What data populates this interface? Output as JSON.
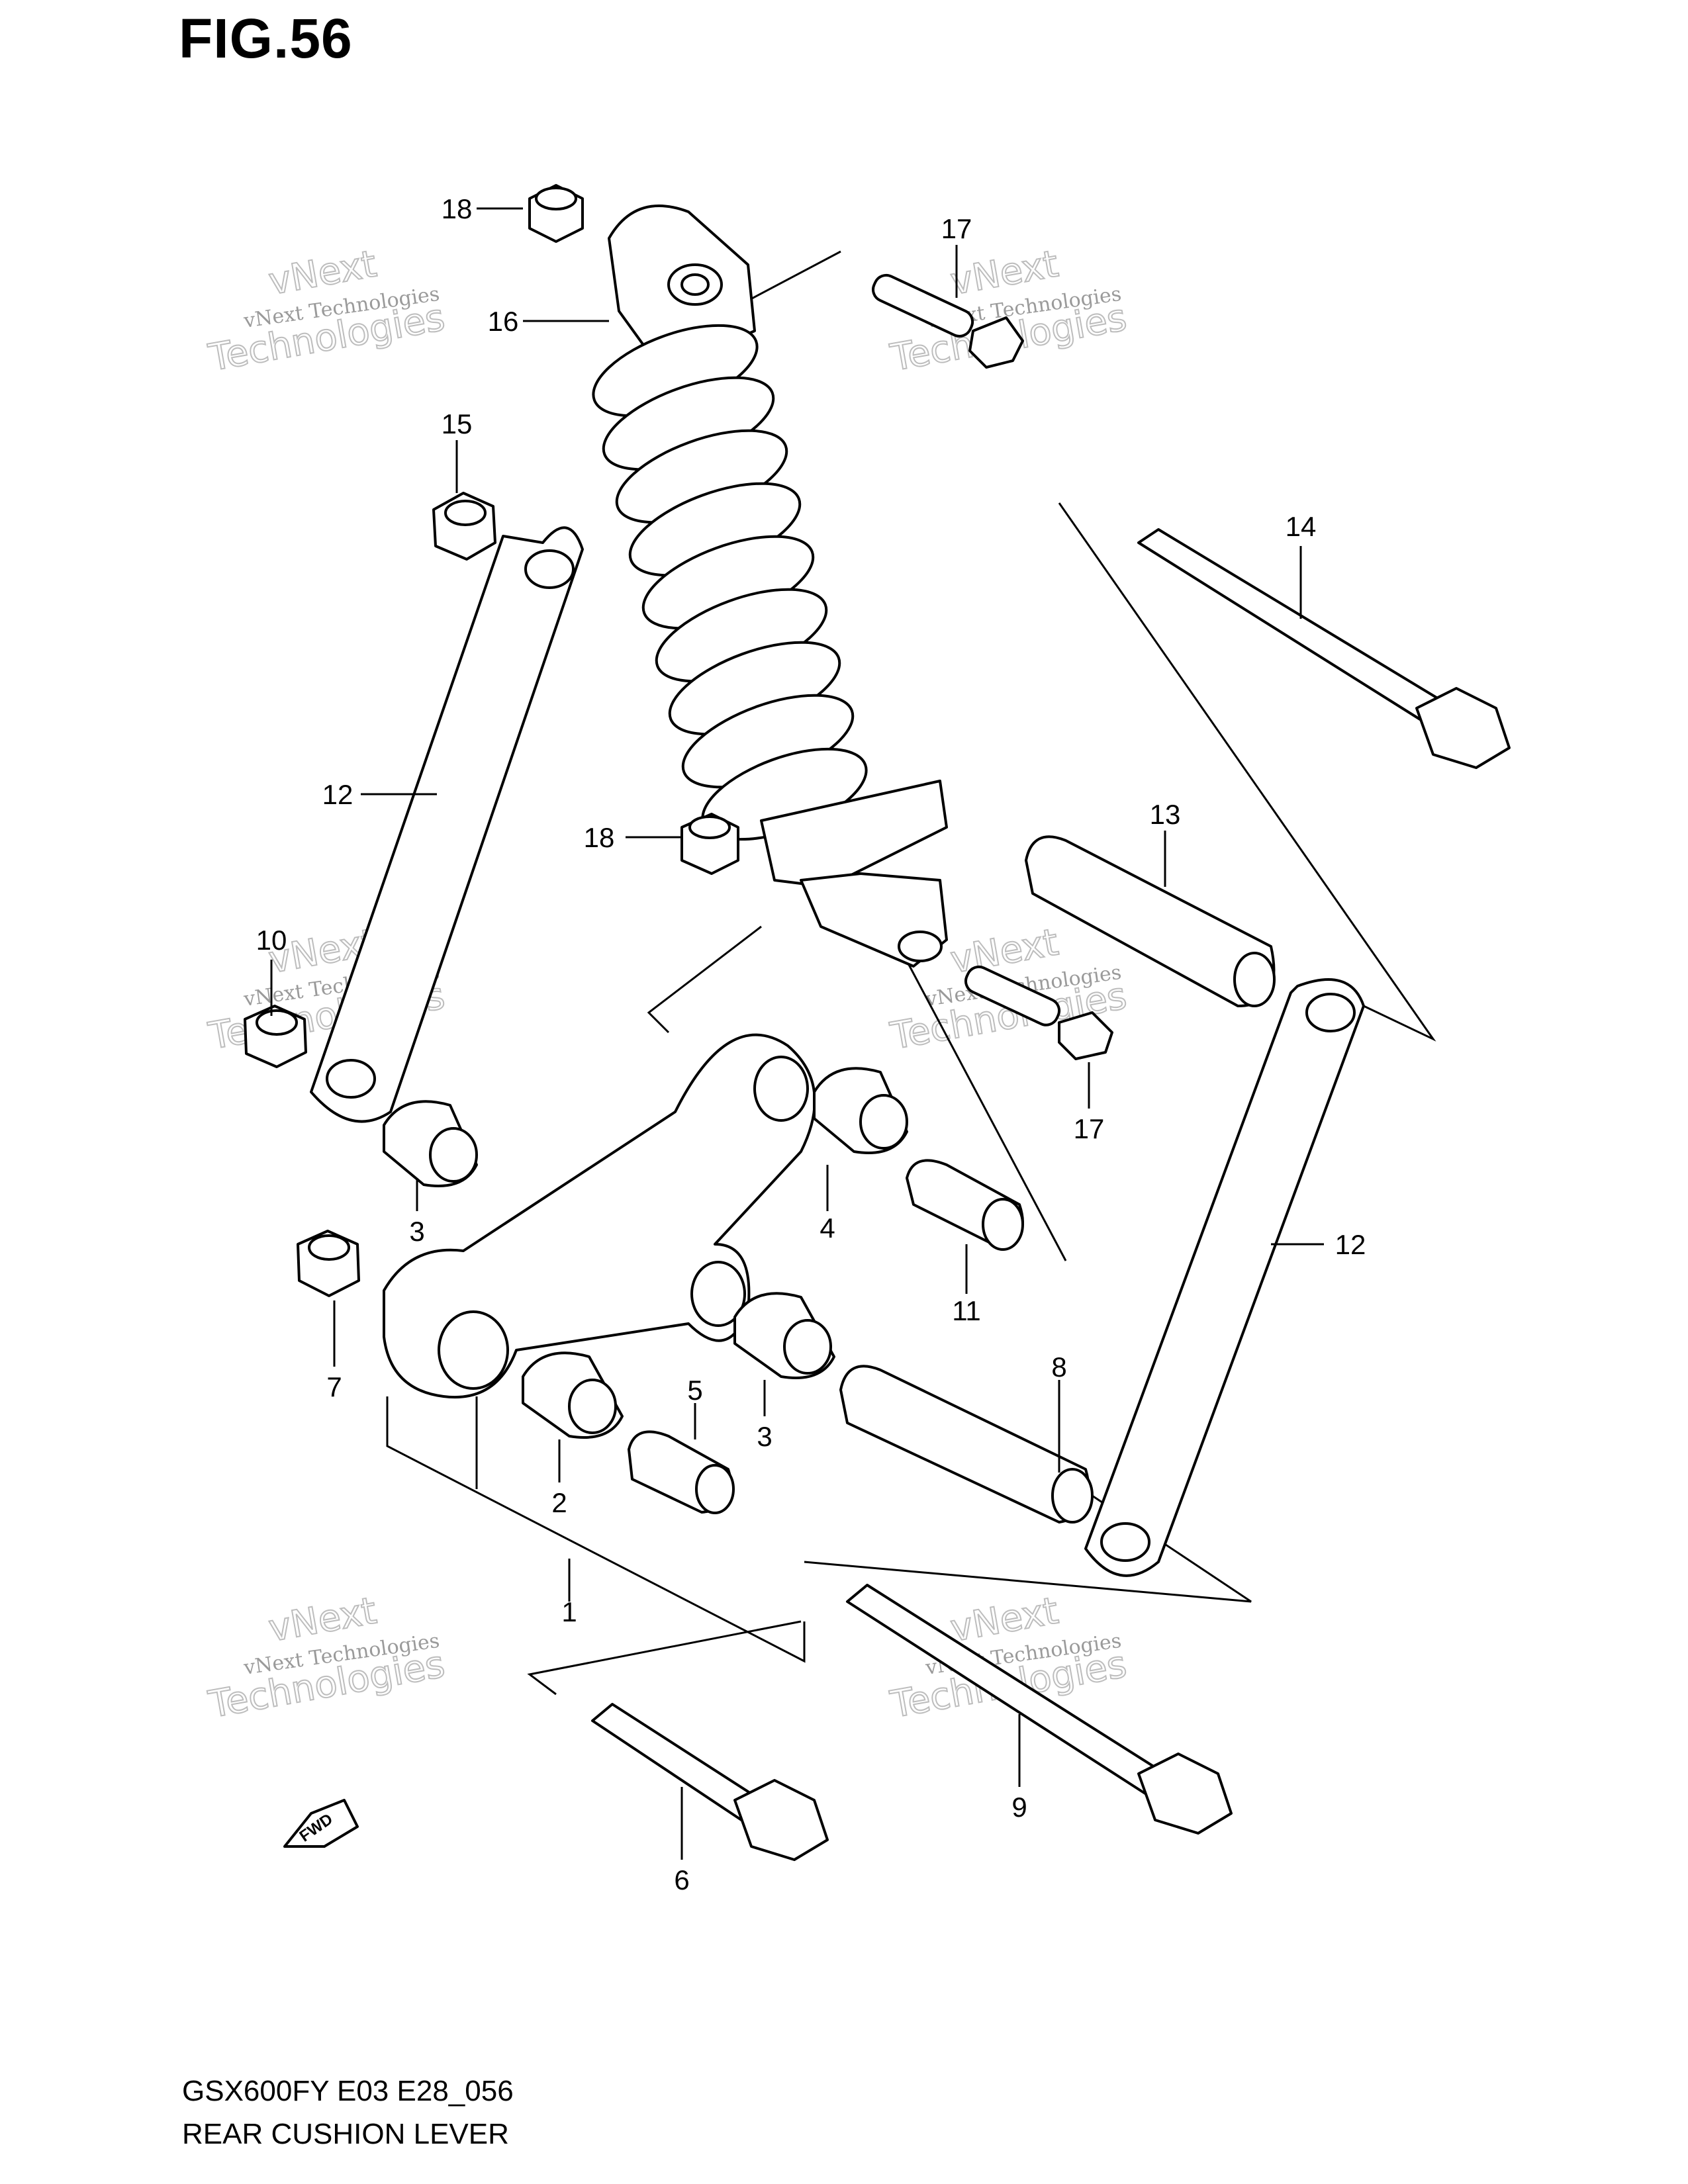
{
  "figure": {
    "title": "FIG.56"
  },
  "footer": {
    "model_code": "GSX600FY E03 E28_056",
    "section_name": "REAR CUSHION LEVER"
  },
  "watermark": {
    "line1": "vNext Technologies",
    "line2": "vNext",
    "line3": "Technologies"
  },
  "fwd_label": "FWD",
  "callouts": [
    {
      "id": "c18a",
      "text": "18"
    },
    {
      "id": "c17a",
      "text": "17"
    },
    {
      "id": "c16",
      "text": "16"
    },
    {
      "id": "c15",
      "text": "15"
    },
    {
      "id": "c14",
      "text": "14"
    },
    {
      "id": "c12a",
      "text": "12"
    },
    {
      "id": "c18b",
      "text": "18"
    },
    {
      "id": "c13",
      "text": "13"
    },
    {
      "id": "c10",
      "text": "10"
    },
    {
      "id": "c17b",
      "text": "17"
    },
    {
      "id": "c3a",
      "text": "3"
    },
    {
      "id": "c4",
      "text": "4"
    },
    {
      "id": "c11",
      "text": "11"
    },
    {
      "id": "c12b",
      "text": "12"
    },
    {
      "id": "c7",
      "text": "7"
    },
    {
      "id": "c8",
      "text": "8"
    },
    {
      "id": "c5",
      "text": "5"
    },
    {
      "id": "c3b",
      "text": "3"
    },
    {
      "id": "c2",
      "text": "2"
    },
    {
      "id": "c1",
      "text": "1"
    },
    {
      "id": "c9",
      "text": "9"
    },
    {
      "id": "c6",
      "text": "6"
    }
  ]
}
